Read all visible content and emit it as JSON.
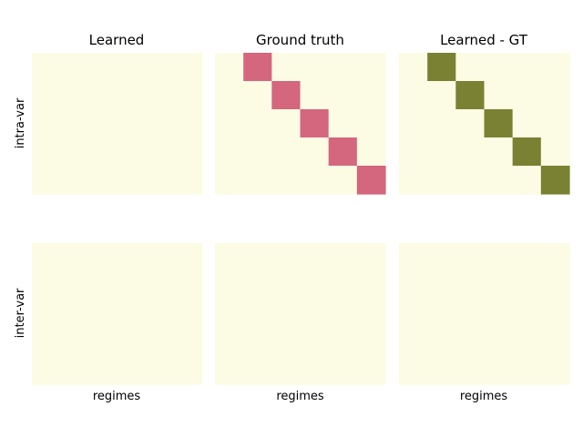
{
  "chart_data": {
    "type": "heatmap",
    "rows_labels": [
      "intra-var",
      "inter-var"
    ],
    "columns_titles": [
      "Learned",
      "Ground truth",
      "Learned - GT"
    ],
    "xlabel": "regimes",
    "colors": {
      "background": "#fcfbe4",
      "positive": "#d4667d",
      "difference": "#7a8133"
    },
    "panels": [
      {
        "row": "intra-var",
        "title": "Learned",
        "values": [
          [
            0,
            0,
            0,
            0,
            0,
            0
          ],
          [
            0,
            0,
            0,
            0,
            0,
            0
          ],
          [
            0,
            0,
            0,
            0,
            0,
            0
          ],
          [
            0,
            0,
            0,
            0,
            0,
            0
          ],
          [
            0,
            0,
            0,
            0,
            0,
            0
          ]
        ]
      },
      {
        "row": "intra-var",
        "title": "Ground truth",
        "values": [
          [
            0,
            1,
            0,
            0,
            0,
            0
          ],
          [
            0,
            0,
            1,
            0,
            0,
            0
          ],
          [
            0,
            0,
            0,
            1,
            0,
            0
          ],
          [
            0,
            0,
            0,
            0,
            1,
            0
          ],
          [
            0,
            0,
            0,
            0,
            0,
            1
          ]
        ]
      },
      {
        "row": "intra-var",
        "title": "Learned - GT",
        "values": [
          [
            0,
            -1,
            0,
            0,
            0,
            0
          ],
          [
            0,
            0,
            -1,
            0,
            0,
            0
          ],
          [
            0,
            0,
            0,
            -1,
            0,
            0
          ],
          [
            0,
            0,
            0,
            0,
            -1,
            0
          ],
          [
            0,
            0,
            0,
            0,
            0,
            -1
          ]
        ]
      },
      {
        "row": "inter-var",
        "title": "",
        "values": [
          [
            0,
            0,
            0,
            0,
            0,
            0
          ],
          [
            0,
            0,
            0,
            0,
            0,
            0
          ],
          [
            0,
            0,
            0,
            0,
            0,
            0
          ],
          [
            0,
            0,
            0,
            0,
            0,
            0
          ],
          [
            0,
            0,
            0,
            0,
            0,
            0
          ]
        ]
      },
      {
        "row": "inter-var",
        "title": "",
        "values": [
          [
            0,
            0,
            0,
            0,
            0,
            0
          ],
          [
            0,
            0,
            0,
            0,
            0,
            0
          ],
          [
            0,
            0,
            0,
            0,
            0,
            0
          ],
          [
            0,
            0,
            0,
            0,
            0,
            0
          ],
          [
            0,
            0,
            0,
            0,
            0,
            0
          ]
        ]
      },
      {
        "row": "inter-var",
        "title": "",
        "values": [
          [
            0,
            0,
            0,
            0,
            0,
            0
          ],
          [
            0,
            0,
            0,
            0,
            0,
            0
          ],
          [
            0,
            0,
            0,
            0,
            0,
            0
          ],
          [
            0,
            0,
            0,
            0,
            0,
            0
          ],
          [
            0,
            0,
            0,
            0,
            0,
            0
          ]
        ]
      }
    ]
  }
}
